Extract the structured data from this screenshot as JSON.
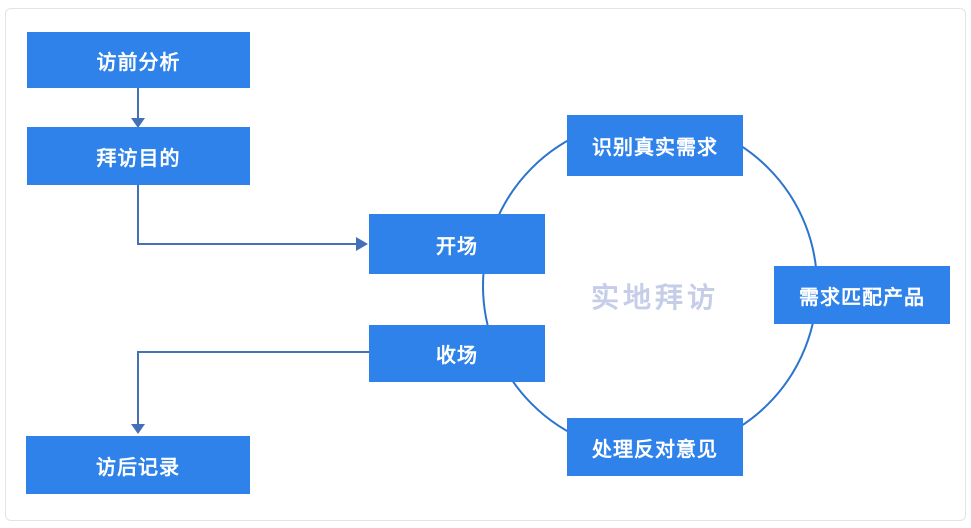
{
  "canvas": {
    "background": "#ffffff",
    "frame_border_color": "#e4e4e6"
  },
  "colors": {
    "node_fill": "#2e82e9",
    "node_text": "#ffffff",
    "connector": "#4470b8",
    "circle_stroke": "#2b74ce",
    "center_label_color": "#c5cde9"
  },
  "diagram": {
    "type": "flowchart-with-cycle",
    "nodes": [
      {
        "id": "pre-visit-analysis",
        "label": "访前分析"
      },
      {
        "id": "visit-purpose",
        "label": "拜访目的"
      },
      {
        "id": "opening",
        "label": "开场"
      },
      {
        "id": "closing",
        "label": "收场"
      },
      {
        "id": "post-visit-record",
        "label": "访后记录"
      },
      {
        "id": "identify-real-needs",
        "label": "识别真实需求"
      },
      {
        "id": "match-needs-to-product",
        "label": "需求匹配产品"
      },
      {
        "id": "handle-objections",
        "label": "处理反对意见"
      }
    ],
    "center_label": "实地拜访",
    "edges": [
      {
        "from": "pre-visit-analysis",
        "to": "visit-purpose",
        "style": "straight-arrow"
      },
      {
        "from": "visit-purpose",
        "to": "opening",
        "style": "elbow-arrow"
      },
      {
        "from": "closing",
        "to": "post-visit-record",
        "style": "elbow-arrow"
      }
    ],
    "cycle": [
      "opening",
      "identify-real-needs",
      "match-needs-to-product",
      "handle-objections",
      "closing"
    ]
  }
}
